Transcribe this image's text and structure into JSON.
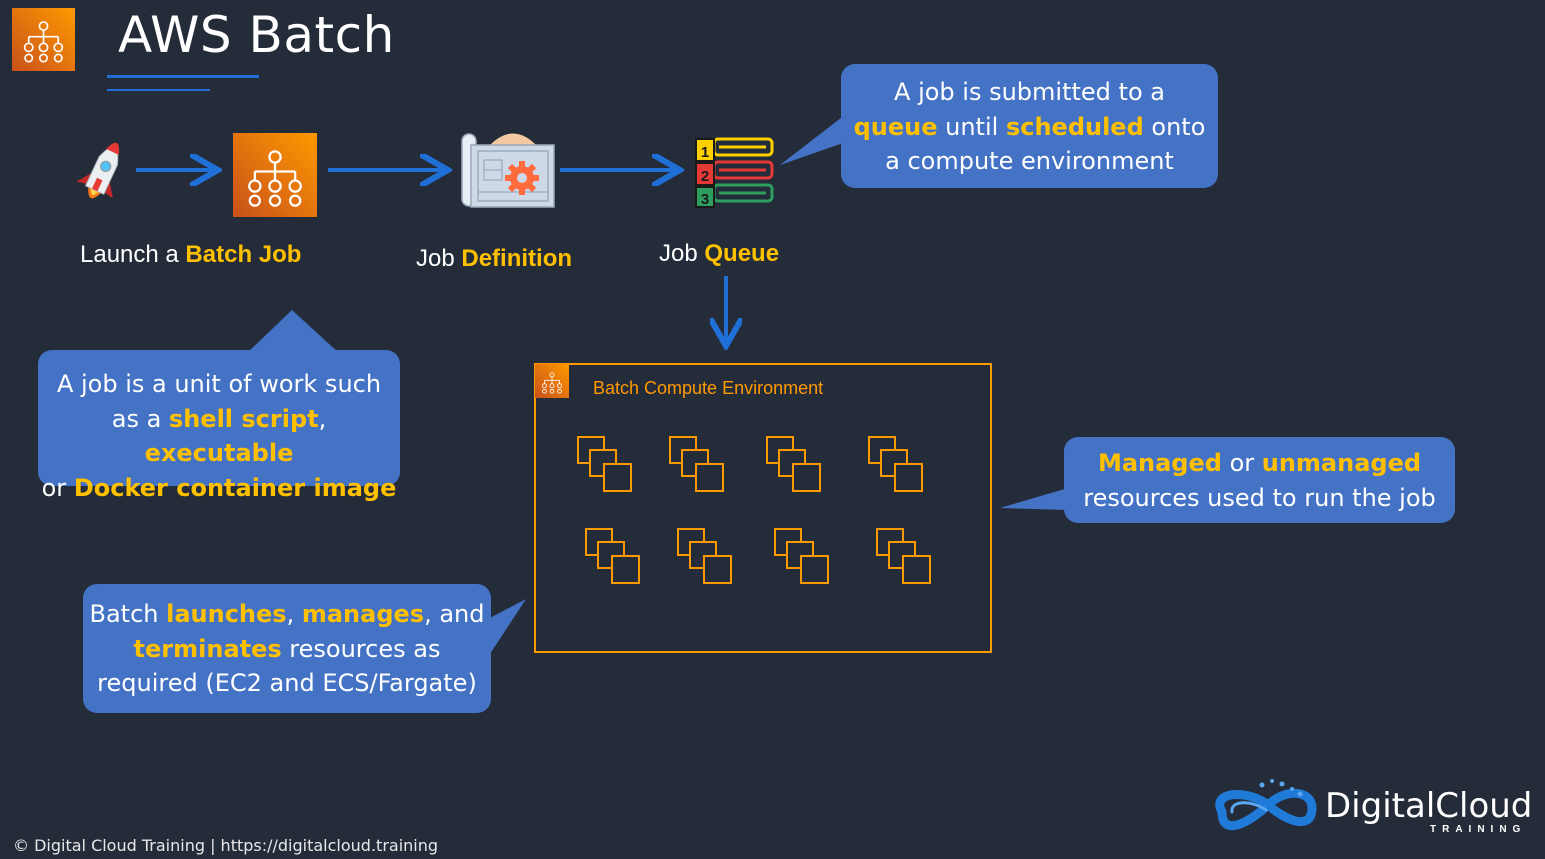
{
  "header": {
    "title": "AWS Batch"
  },
  "steps": {
    "launch": {
      "pre": "Launch a ",
      "hl": "Batch Job"
    },
    "definition": {
      "pre": "Job ",
      "hl": "Definition"
    },
    "queue": {
      "pre": "Job ",
      "hl": "Queue"
    }
  },
  "callouts": {
    "queue": {
      "line1": "A job is submitted to a",
      "l2_hl1": "queue",
      "l2_mid": " until ",
      "l2_hl2": "scheduled",
      "l2_end": " onto",
      "line3": "a compute environment"
    },
    "job": {
      "line1": "A job is a unit of work such",
      "l2_pre": "as a ",
      "l2_hl1": "shell script",
      "l2_mid": ", ",
      "l2_hl2": "executable",
      "l3_pre": "or ",
      "l3_hl": "Docker container image"
    },
    "managed": {
      "l1_hl1": "Managed",
      "l1_mid": " or ",
      "l1_hl2": "unmanaged",
      "line2": "resources used to run the job"
    },
    "batch": {
      "l1_pre": "Batch ",
      "l1_hl1": "launches",
      "l1_mid": ", ",
      "l1_hl2": "manages",
      "l1_end": ", and",
      "l2_hl": "terminates",
      "l2_end": " resources as",
      "line3": "required (EC2 and ECS/Fargate)"
    }
  },
  "compute_environment": {
    "title": "Batch Compute Environment",
    "instance_icon_count": 8
  },
  "footer": {
    "text": "© Digital Cloud Training  | https://digitalcloud.training"
  },
  "brand": {
    "name": "DigitalCloud",
    "sub": "TRAINING"
  },
  "icons": [
    "aws-batch-icon",
    "rocket-icon",
    "blueprint-gear-icon",
    "job-queue-icon",
    "ec2-instances-icon",
    "digitalcloud-logo-icon"
  ],
  "colors": {
    "background": "#242c3a",
    "accent_blue": "#1f6fd6",
    "callout": "#4472c4",
    "highlight": "#ffc000",
    "aws_orange": "#ff9900"
  }
}
